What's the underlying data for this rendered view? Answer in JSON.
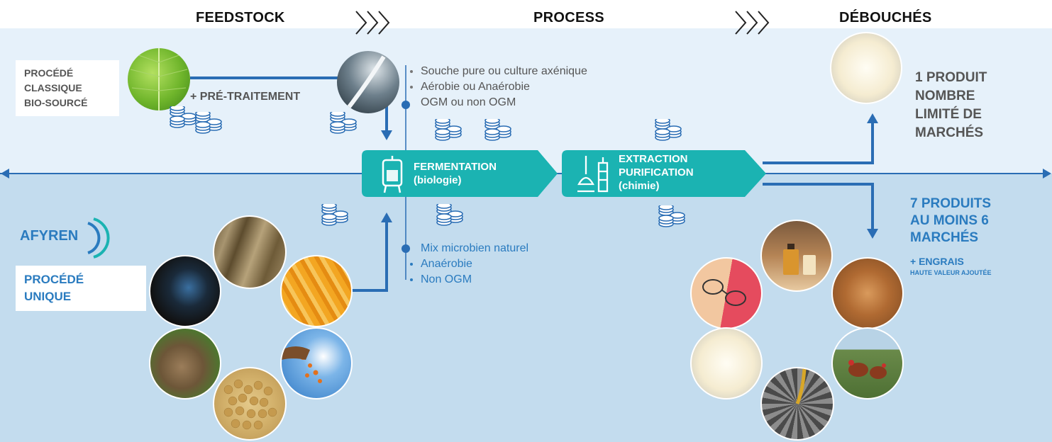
{
  "headers": {
    "feedstock": "FEEDSTOCK",
    "process": "PROCESS",
    "debouches": "DÉBOUCHÉS"
  },
  "classic": {
    "label": [
      "PROCÉDÉ",
      "CLASSIQUE",
      "BIO-SOURCÉ"
    ],
    "pretreatment": "+ PRÉ-TRAITEMENT",
    "bullets": [
      "Souche pure ou culture axénique",
      "Aérobie ou Anaérobie",
      "OGM ou non OGM"
    ],
    "outcome": [
      "1 PRODUIT",
      "NOMBRE",
      "LIMITÉ DE",
      "MARCHÉS"
    ]
  },
  "afyren": {
    "logo": "AFYREN",
    "label": [
      "PROCÉDÉ",
      "UNIQUE"
    ],
    "bullets": [
      "Mix microbien naturel",
      "Anaérobie",
      "Non OGM"
    ],
    "outcome": [
      "7 PRODUITS",
      "AU MOINS 6",
      "MARCHÉS"
    ],
    "extra": "+ ENGRAIS",
    "extra_sub": "HAUTE VALEUR AJOUTÉE"
  },
  "stages": {
    "fermentation": {
      "title": "FERMENTATION",
      "subtitle": "(biologie)"
    },
    "extraction": {
      "title1": "EXTRACTION",
      "title2": "PURIFICATION",
      "subtitle": "(chimie)"
    }
  },
  "colors": {
    "teal": "#1bb3b2",
    "blue": "#2a7bbf",
    "arrow": "#2a6db4",
    "band_top": "#e6f1fa",
    "band_bottom": "#c3dcee"
  },
  "icons": [
    "leaf-icon",
    "sugar-icon",
    "coins-icon",
    "bioreactor-icon",
    "distillation-icon",
    "cream-icon",
    "bamboo-icon",
    "corn-icon",
    "water-icon",
    "beet-icon",
    "soy-icon",
    "grain-pour-icon",
    "perfume-icon",
    "glasses-icon",
    "bread-icon",
    "chicken-icon",
    "gear-oil-icon"
  ]
}
